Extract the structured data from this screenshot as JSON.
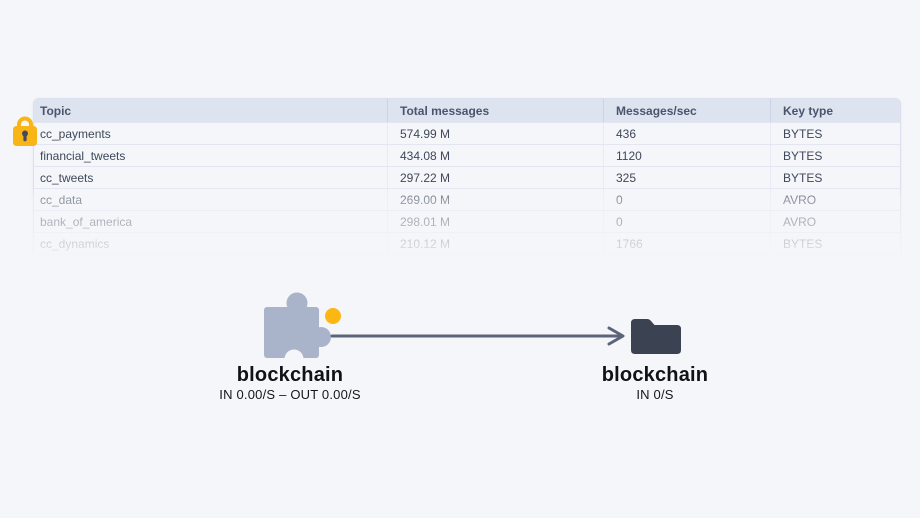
{
  "page": {
    "background_color": "#f5f6fa"
  },
  "topics_table": {
    "columns": [
      "Topic",
      "Total messages",
      "Messages/sec",
      "Key type"
    ],
    "rows": [
      {
        "topic": "cc_payments",
        "total_messages": "574.99 M",
        "messages_per_sec": "436",
        "key_type": "BYTES"
      },
      {
        "topic": "financial_tweets",
        "total_messages": "434.08 M",
        "messages_per_sec": "1120",
        "key_type": "BYTES"
      },
      {
        "topic": "cc_tweets",
        "total_messages": "297.22 M",
        "messages_per_sec": "325",
        "key_type": "BYTES"
      },
      {
        "topic": "cc_data",
        "total_messages": "269.00 M",
        "messages_per_sec": "0",
        "key_type": "AVRO"
      },
      {
        "topic": "bank_of_america",
        "total_messages": "298.01 M",
        "messages_per_sec": "0",
        "key_type": "AVRO"
      },
      {
        "topic": "cc_dynamics",
        "total_messages": "210.12 M",
        "messages_per_sec": "1766",
        "key_type": "BYTES"
      }
    ],
    "lock_icon_color": "#f9b415",
    "header_bg_color": "#dee3f0"
  },
  "flow_diagram": {
    "source": {
      "label": "blockchain",
      "rate": "IN 0.00/S – OUT 0.00/S",
      "icon": "puzzle-piece-icon",
      "icon_color": "#a9b3c9",
      "status_dot_color": "#fcb713"
    },
    "target": {
      "label": "blockchain",
      "rate": "IN 0/S",
      "icon": "folder-icon",
      "icon_color": "#3b4353"
    },
    "arrow_color": "#5b6478"
  }
}
